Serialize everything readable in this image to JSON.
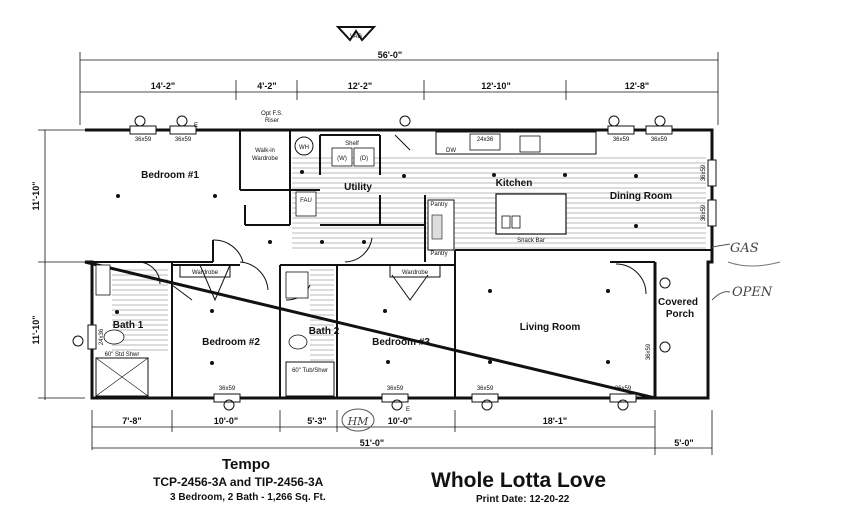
{
  "logo_text": "VAG",
  "dimensions": {
    "overall": "56'-0\"",
    "top": [
      "14'-2\"",
      "4'-2\"",
      "12'-2\"",
      "12'-10\"",
      "12'-8\""
    ],
    "bottom": [
      "7'-8\"",
      "10'-0\"",
      "5'-3\"",
      "10'-0\"",
      "18'-1\""
    ],
    "bottom_total": "51'-0\"",
    "porch": "5'-0\"",
    "left_upper": "11'-10\"",
    "left_lower": "11'-10\""
  },
  "rooms": {
    "bedroom1": "Bedroom #1",
    "bedroom2": "Bedroom #2",
    "bedroom3": "Bedroom #3",
    "bath1": "Bath 1",
    "bath2": "Bath 2",
    "utility": "Utility",
    "kitchen": "Kitchen",
    "dining": "Dining Room",
    "living": "Living Room",
    "porch_line1": "Covered",
    "porch_line2": "Porch"
  },
  "fixtures": {
    "walkin_line1": "Walk-in",
    "walkin_line2": "Wardrobe",
    "riser_line1": "Opt F.S.",
    "riser_line2": "Riser",
    "wh": "WH",
    "washer": "(W)",
    "dryer": "(D)",
    "shelf": "Shelf",
    "fau": "FAU",
    "dw": "DW",
    "pantry_top": "Pantry",
    "pantry_bottom": "Pantry",
    "snack_bar": "Snack Bar",
    "wardrobe_b2": "Wardrobe",
    "wardrobe_b3": "Wardrobe",
    "shower": "60\" Std Shwr",
    "tub": "60\" Tub/Shwr",
    "sink_top": "24x36"
  },
  "windows": {
    "b1_top_a": "36x59",
    "b1_top_b": "36x59",
    "dining_top_a": "36x59",
    "dining_top_b": "36x59",
    "b2_bottom": "36x59",
    "b3_bottom": "36x59",
    "living_bottom_a": "36x59",
    "living_bottom_b": "36x59",
    "living_side": "36x59",
    "dining_side_a": "36x59",
    "dining_side_b": "36x59",
    "bath1_side": "24x36"
  },
  "markers": {
    "e": "E"
  },
  "annotations": {
    "gas": "GAS",
    "open": "OPEN",
    "initials": "HM"
  },
  "footer": {
    "model": "Tempo",
    "codes": "TCP-2456-3A and TIP-2456-3A",
    "specs": "3 Bedroom, 2 Bath - 1,266 Sq. Ft.",
    "name": "Whole Lotta Love",
    "print_date": "Print Date: 12-20-22"
  }
}
